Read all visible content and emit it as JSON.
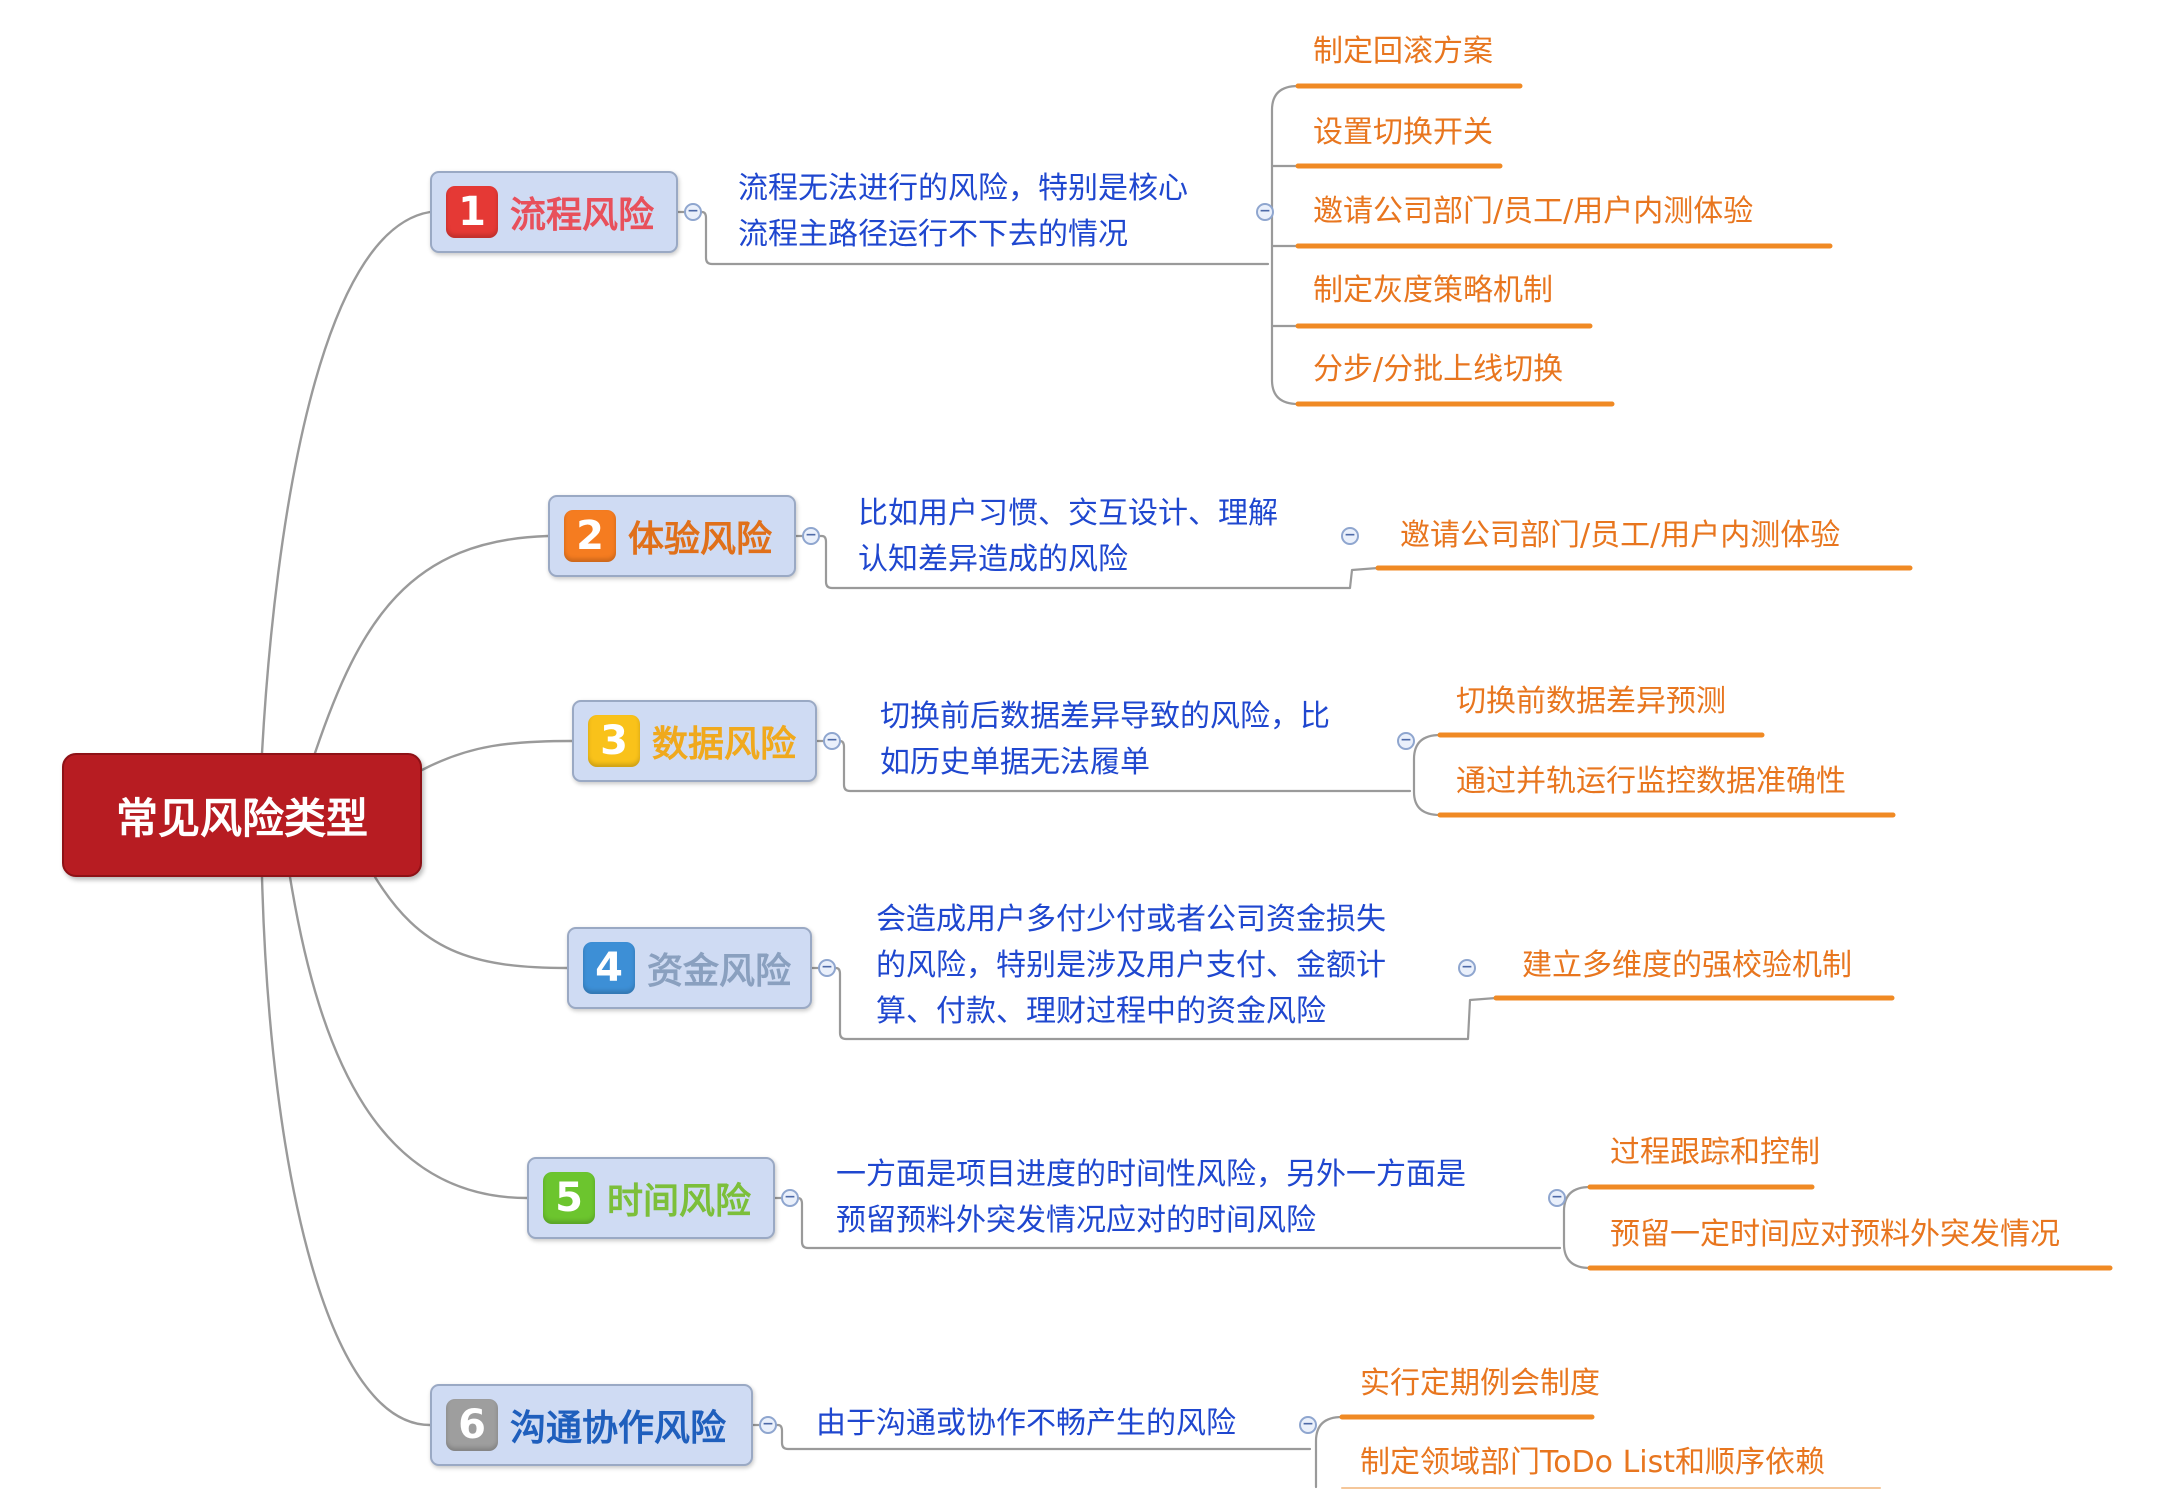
{
  "root": {
    "label": "常见风险类型"
  },
  "categories": [
    {
      "num": "1",
      "label": "流程风险",
      "badge_color": "#e53935",
      "label_color": "#e8505b",
      "desc": [
        "流程无法进行的风险，特别是核心",
        "流程主路径运行不下去的情况"
      ],
      "solutions": [
        "制定回滚方案",
        "设置切换开关",
        "邀请公司部门/员工/用户内测体验",
        "制定灰度策略机制",
        "分步/分批上线切换"
      ]
    },
    {
      "num": "2",
      "label": "体验风险",
      "badge_color": "#f57c20",
      "label_color": "#e0701a",
      "desc": [
        "比如用户习惯、交互设计、理解",
        "认知差异造成的风险"
      ],
      "solutions": [
        "邀请公司部门/员工/用户内测体验"
      ]
    },
    {
      "num": "3",
      "label": "数据风险",
      "badge_color": "#f9c21a",
      "label_color": "#f0a91d",
      "desc": [
        "切换前后数据差异导致的风险，比",
        "如历史单据无法履单"
      ],
      "solutions": [
        "切换前数据差异预测",
        "通过并轨运行监控数据准确性"
      ]
    },
    {
      "num": "4",
      "label": "资金风险",
      "badge_color": "#3d8fd6",
      "label_color": "#8aa0bf",
      "desc": [
        "会造成用户多付少付或者公司资金损失",
        "的风险，特别是涉及用户支付、金额计",
        "算、付款、理财过程中的资金风险"
      ],
      "solutions": [
        "建立多维度的强校验机制"
      ]
    },
    {
      "num": "5",
      "label": "时间风险",
      "badge_color": "#6cc52e",
      "label_color": "#7cbf3a",
      "desc": [
        "一方面是项目进度的时间性风险，另外一方面是",
        "预留预料外突发情况应对的时间风险"
      ],
      "solutions": [
        "过程跟踪和控制",
        "预留一定时间应对预料外突发情况"
      ]
    },
    {
      "num": "6",
      "label": "沟通协作风险",
      "badge_color": "#9e9e9e",
      "label_color": "#1f5fbd",
      "desc": [
        "由于沟通或协作不畅产生的风险"
      ],
      "solutions": [
        "实行定期例会制度",
        "制定领域部门ToDo List和顺序依赖"
      ]
    }
  ],
  "colors": {
    "root_bg": "#b71c22",
    "description_text": "#1f47cf",
    "solution_text": "#e8761f",
    "solution_underline": "#f08a24",
    "connector": "#9a9a9a"
  }
}
